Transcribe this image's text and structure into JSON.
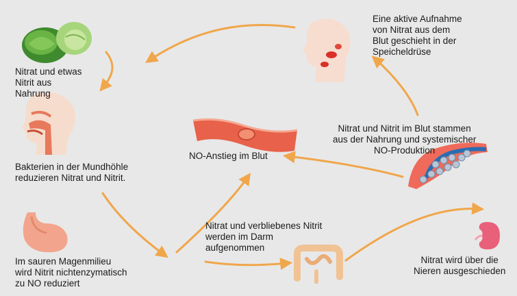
{
  "labels": {
    "food": "Nitrat und etwas\nNitrit aus\nNahrung",
    "saliva": "Eine aktive Aufnahme\nvon Nitrat aus dem\nBlut geschieht in der\nSpeicheldrüse",
    "mouth": "Bakterien in der Mundhöhle\nreduzieren Nitrat und Nitrit.",
    "blood_no": "NO-Anstieg im Blut",
    "systemic": "Nitrat und Nitrit im Blut stammen\naus der Nahrung und systemischer\nNO-Produktion",
    "stomach": "Im sauren Magenmilieu\nwird Nitrit nichtenzymatisch\nzu NO reduziert",
    "intestine": "Nitrat und verbliebenes Nitrit\nwerden im Darm\naufgenommen",
    "kidney": "Nitrat wird über die\nNieren ausgeschieden"
  },
  "colors": {
    "arrow": "#f0a64a",
    "background": "#e8e8e8",
    "blood_vessel": "#e8614a",
    "organ_pink": "#f2a58c",
    "vegetable_green": "#4f9a3a"
  }
}
